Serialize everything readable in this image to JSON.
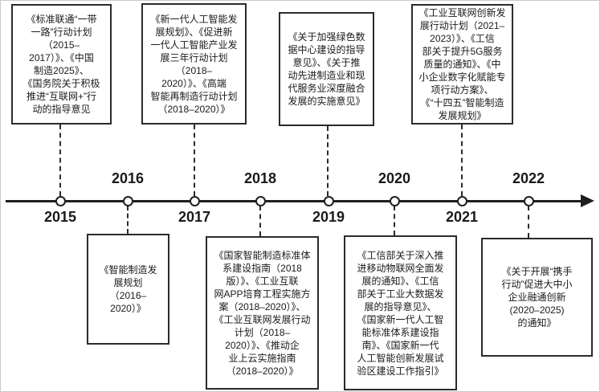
{
  "figure": {
    "type": "timeline-diagram",
    "direction": "left-to-right",
    "colors": {
      "background": "#ffffff",
      "axis_line": "#1f1f1f",
      "box_border": "#2b2b2b",
      "text": "#1a1a1a"
    }
  },
  "timeline": {
    "events": [
      {
        "year": "2015",
        "box_position": "above",
        "lines": [
          "《标准联通“一带",
          "一路”行动计划",
          "（2015–",
          "2017）》、《中国",
          "制造2025》、",
          "《国务院关于积极",
          "推进“互联网+”行",
          "动的指导意见"
        ]
      },
      {
        "year": "2016",
        "box_position": "below",
        "lines": [
          "《智能制造发",
          "展规划",
          "（2016–",
          "2020）》"
        ]
      },
      {
        "year": "2017",
        "box_position": "above",
        "lines": [
          "《新一代人工智能发",
          "展规划》、《促进新",
          "一代人工智能产业发",
          "展三年行动计划",
          "（2018–",
          "2020）》、《高端",
          "智能再制造行动计划",
          "（2018–2020）》"
        ]
      },
      {
        "year": "2018",
        "box_position": "below",
        "lines": [
          "《国家智能制造标准体",
          "系建设指南（2018",
          "版）》、《工业互联",
          "网APP培育工程实施方",
          "案（2018–2020）》、",
          "《工业互联网发展行动",
          "计划（2018–",
          "2020）》、《推动企",
          "业上云实施指南",
          "（2018–2020）》"
        ]
      },
      {
        "year": "2019",
        "box_position": "above",
        "lines": [
          "《关于加强绿色数",
          "据中心建设的指导",
          "意见》、《关于推",
          "动先进制造业和现",
          "代服务业深度融合",
          "发展的实施意见》"
        ]
      },
      {
        "year": "2020",
        "box_position": "below",
        "lines": [
          "《工信部关于深入推",
          "进移动物联网全面发",
          "展的通知》、《工信",
          "部关于工业大数据发",
          "展的指导意见》、",
          "《国家新一代人工智",
          "能标准体系建设指",
          "南》、《国家新一代",
          "人工智能创新发展试",
          "验区建设工作指引》"
        ]
      },
      {
        "year": "2021",
        "box_position": "above",
        "lines": [
          "《工业互联网创新发",
          "展行动计划（2021–",
          "2023）》、《工信",
          "部关于提升5G服务",
          "质量的通知》、《中",
          "小企业数字化赋能专",
          "项行动方案》、",
          "《“十四五”智能制造",
          "发展规划》"
        ]
      },
      {
        "year": "2022",
        "box_position": "below",
        "lines": [
          "《关于开展“携手",
          "行动”促进大中小",
          "企业融通创新",
          "(2020–2025)",
          "的通知》"
        ]
      }
    ]
  }
}
